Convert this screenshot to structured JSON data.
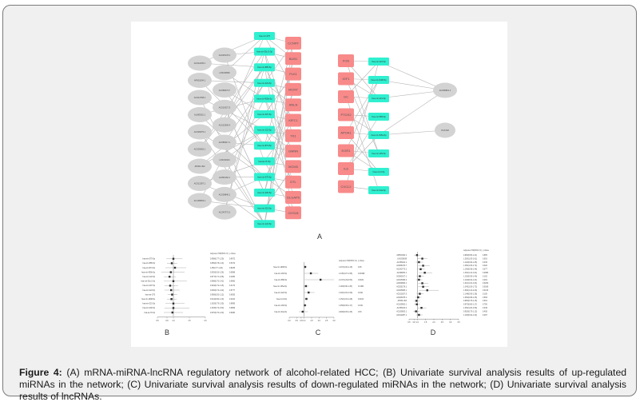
{
  "figure": {
    "caption_label": "Figure 4:",
    "caption_text": " (A) mRNA-miRNA-lncRNA regulatory network of alcohol-related HCC; (B) Univariate survival analysis results of up-regulated miRNAs in the network; (C) Univariate survival analysis results of down-regulated miRNAs in the network; (D) Univariate survival analysis results of lncRNAs.",
    "panel_labels": [
      "A",
      "B",
      "C",
      "D"
    ]
  },
  "colors": {
    "mrna": "#f88a8a",
    "mirna": "#2ff0d0",
    "lncrna": "#d3d3d3",
    "edge": "#b5b5b5"
  },
  "network": {
    "left": {
      "lncrnas": [
        "AC012435.1",
        "AP001094.1",
        "AC014768.1",
        "AL099252.1",
        "AC026075.1",
        "AC025065.1",
        "AP001.302",
        "AC012287.1",
        "AC109503.1",
        "AC025178.1",
        "LINC00839",
        "AC068473.7",
        "AC010327.5",
        "AC015395.4",
        "AC080017.1",
        "LINC01644",
        "AL353162.1",
        "AC009840.1",
        "AC243772.2"
      ],
      "mirnas": [
        "hsa-mir-375",
        "hsa-mir-30c-2-3p",
        "hsa-mir-885-5p",
        "hsa-mir-424-5p",
        "hsa-mir-450b-5p",
        "hsa-mir-497-5p",
        "hsa-mir-122-5p",
        "hsa-mir-874-5p",
        "hsa-let-7b-5p",
        "hsa-mir-675-5p",
        "hsa-mir-200-5p",
        "hsa-mir-215-5p",
        "hsa-mir-122-5p"
      ],
      "mrnas": [
        "CCNPF",
        "BUB1",
        "PLK1",
        "MCM7",
        "ANLN",
        "KIFC1",
        "TK1",
        "GMNN",
        "MCM3",
        "DTL",
        "DLGAP5",
        "CKS1B"
      ]
    },
    "right": {
      "mrnas": [
        "FOS",
        "IGF1",
        "GC",
        "PTGS2",
        "APOA1",
        "EGR1",
        "IL6",
        "CXCL2"
      ],
      "mirnas": [
        "hsa-mir-222-5p",
        "hsa-mir-1908-5p",
        "hsa-mir-221-5p",
        "hsa-mir-589-5p",
        "hsa-mir-335a-5p",
        "hsa-mir-183-5p",
        "hsa-mir-9-5p",
        "hsa-mir-34a-5p"
      ],
      "lncrnas": [
        "AC009961.1",
        "PCAT18"
      ]
    }
  },
  "chart_data": [
    {
      "type": "forest",
      "panel": "B",
      "header": [
        "Adjusted HR(95% CI)",
        "p Value"
      ],
      "rows": [
        {
          "label": "hsa-mir-375-5p",
          "hr": 1.0,
          "lo": 0.78,
          "hi": 1.28,
          "ci": "0.998(0.77-1.29)",
          "p": "0.9972"
        },
        {
          "label": "hsa-mir-885-5p",
          "hr": 0.95,
          "lo": 0.8,
          "hi": 1.12,
          "ci": "0.950(0.78-1.13)",
          "p": "0.5372"
        },
        {
          "label": "hsa-mir-874-5p",
          "hr": 1.05,
          "lo": 0.75,
          "hi": 1.4,
          "ci": "1.05(0.77-1.40)",
          "p": "0.8035"
        },
        {
          "label": "hsa-mir-450b-5p",
          "hr": 0.92,
          "lo": 0.62,
          "hi": 1.35,
          "ci": "0.925(0.63-1.35)",
          "p": "0.6988"
        },
        {
          "label": "hsa-mir-122-5p",
          "hr": 0.88,
          "lo": 0.7,
          "hi": 1.08,
          "ci": "0.877(0.71-1.08)",
          "p": "0.2280"
        },
        {
          "label": "hsa-mir-30c-2-3p",
          "hr": 1.0,
          "lo": 0.7,
          "hi": 1.42,
          "ci": "0.998(0.70-1.42)",
          "p": "0.9960"
        },
        {
          "label": "hsa-mir-497-5p",
          "hr": 0.9,
          "lo": 0.72,
          "hi": 1.15,
          "ci": "0.904(0.72-1.15)",
          "p": "0.4170"
        },
        {
          "label": "hsa-mir-424-5p",
          "hr": 0.93,
          "lo": 0.72,
          "hi": 1.2,
          "ci": "0.930(0.72-1.20)",
          "p": "0.5777"
        },
        {
          "label": "hsa-mir-375",
          "hr": 0.96,
          "lo": 0.82,
          "hi": 1.12,
          "ci": "0.958(0.82-1.12)",
          "p": "0.6055"
        },
        {
          "label": "hsa-mir-1908-5p",
          "hr": 0.94,
          "lo": 0.8,
          "hi": 1.1,
          "ci": "0.941(0.80-1.10)",
          "p": "0.4100"
        },
        {
          "label": "hsa-mir-221-5p",
          "hr": 1.0,
          "lo": 0.75,
          "hi": 1.35,
          "ci": "1.002(0.75-1.35)",
          "p": "0.9895"
        },
        {
          "label": "hsa-mir-200-5p",
          "hr": 1.0,
          "lo": 0.72,
          "hi": 1.5,
          "ci": "1.003(0.72-1.50)",
          "p": "0.9869"
        },
        {
          "label": "hsa-let-7b-5p",
          "hr": 0.97,
          "lo": 0.7,
          "hi": 1.3,
          "ci": "0.970(0.70-1.30)",
          "p": "0.8480"
        }
      ],
      "xticks": [
        "0.5",
        "0.8",
        "1.0",
        "1.5",
        "2.0"
      ],
      "xlim": [
        0.5,
        2.0
      ]
    },
    {
      "type": "forest",
      "panel": "C",
      "header": [
        "Adjusted HR(95% CI)",
        "p Value"
      ],
      "rows": [
        {
          "label": "hsa-mir-1908-5p",
          "hr": 1.07,
          "lo": 1.0,
          "hi": 1.15,
          "ci": "1.072(1.00-1.15)",
          "p": "0.05"
        },
        {
          "label": "hsa-mir-183-5p",
          "hr": 1.45,
          "lo": 1.0,
          "hi": 1.95,
          "ci": "1.445(1.07-1.95)",
          "p": "0.01699"
        },
        {
          "label": "hsa-mir-589-5p",
          "hr": 2.1,
          "lo": 1.05,
          "hi": 3.0,
          "ci": "2.137(1.29-3.53)",
          "p": "0.0031"
        },
        {
          "label": "hsa-mir-135a-5p",
          "hr": 1.12,
          "lo": 0.95,
          "hi": 1.3,
          "ci": "1.118(0.96-1.30)",
          "p": "0.1480"
        },
        {
          "label": "hsa-mir-222-5p",
          "hr": 1.3,
          "lo": 1.0,
          "hi": 1.7,
          "ci": "1.302(1.00-1.69)",
          "p": "0.049"
        },
        {
          "label": "hsa-mir-9-5p",
          "hr": 1.15,
          "lo": 1.03,
          "hi": 1.28,
          "ci": "1.152(1.03-1.28)",
          "p": "0.0104"
        },
        {
          "label": "hsa-mir-183-5p",
          "hr": 1.05,
          "lo": 0.95,
          "hi": 1.17,
          "ci": "1.050(0.95-1.17)",
          "p": "0.349"
        },
        {
          "label": "hsa-mir-34a-5p",
          "hr": 0.9,
          "lo": 0.65,
          "hi": 1.25,
          "ci": "0.900(0.65-1.25)",
          "p": "0.53"
        }
      ],
      "xticks": [
        "0.0",
        "0.5",
        "0.8",
        "1.0",
        "1.5",
        "2.0",
        "2.5",
        "3.0"
      ],
      "xlim": [
        0.0,
        3.0
      ]
    },
    {
      "type": "forest",
      "panel": "D",
      "header": [
        "Adjusted HR(95% CI)",
        "p Value"
      ],
      "rows": [
        {
          "label": "AP001094.1",
          "hr": 0.98,
          "lo": 0.8,
          "hi": 1.2,
          "ci": "0.982(0.80-1.21)",
          "p": "0.865"
        },
        {
          "label": "LINC00839",
          "hr": 1.3,
          "lo": 1.0,
          "hi": 1.6,
          "ci": "1.300(1.05-1.61)",
          "p": "0.016"
        },
        {
          "label": "AL353162.1",
          "hr": 1.1,
          "lo": 0.9,
          "hi": 1.35,
          "ci": "1.102(0.90-1.35)",
          "p": "0.345"
        },
        {
          "label": "AC068473.7",
          "hr": 1.35,
          "lo": 1.05,
          "hi": 1.75,
          "ci": "1.350(1.05-1.74)",
          "p": "0.020"
        },
        {
          "label": "AC243772.2",
          "hr": 1.2,
          "lo": 0.98,
          "hi": 1.45,
          "ci": "1.195(0.98-1.46)",
          "p": "0.077"
        },
        {
          "label": "AL099252.1",
          "hr": 1.45,
          "lo": 1.1,
          "hi": 1.9,
          "ci": "1.452(1.10-1.91)",
          "p": "0.0080"
        },
        {
          "label": "AC080017.1",
          "hr": 1.15,
          "lo": 0.95,
          "hi": 1.4,
          "ci": "1.150(0.95-1.40)",
          "p": "0.152"
        },
        {
          "label": "AC015395.4",
          "hr": 1.1,
          "lo": 0.92,
          "hi": 1.3,
          "ci": "1.102(0.92-1.31)",
          "p": "0.281"
        },
        {
          "label": "AC009840.1",
          "hr": 1.3,
          "lo": 1.05,
          "hi": 1.65,
          "ci": "1.310(1.04-1.64)",
          "p": "0.0206"
        },
        {
          "label": "AC025178.1",
          "hr": 1.35,
          "lo": 1.05,
          "hi": 1.7,
          "ci": "1.345(1.05-1.72)",
          "p": "0.0186"
        },
        {
          "label": "AC025065.1",
          "hr": 1.6,
          "lo": 1.1,
          "hi": 2.3,
          "ci": "1.600(1.10-2.30)",
          "p": "0.0130"
        },
        {
          "label": "AC010327.5",
          "hr": 1.15,
          "lo": 0.95,
          "hi": 1.38,
          "ci": "1.148(0.95-1.38)",
          "p": "0.150"
        },
        {
          "label": "AC026075.1",
          "hr": 1.05,
          "lo": 0.88,
          "hi": 1.25,
          "ci": "1.050(0.88-1.25)",
          "p": "0.583"
        },
        {
          "label": "AP001.302",
          "hr": 0.95,
          "lo": 0.78,
          "hi": 1.15,
          "ci": "0.950(0.78-1.15)",
          "p": "0.601"
        },
        {
          "label": "AC109503.1",
          "hr": 0.97,
          "lo": 0.8,
          "hi": 1.17,
          "ci": "0.970(0.80-1.17)",
          "p": "0.750"
        },
        {
          "label": "AL353162.2",
          "hr": 1.25,
          "lo": 1.0,
          "hi": 1.55,
          "ci": "1.250(1.00-1.56)",
          "p": "0.049"
        },
        {
          "label": "AC109503.1",
          "hr": 0.92,
          "lo": 0.75,
          "hi": 1.12,
          "ci": "0.920(0.75-1.12)",
          "p": "0.405"
        },
        {
          "label": "AC012287.1",
          "hr": 1.1,
          "lo": 0.92,
          "hi": 1.32,
          "ci": "1.100(0.92-1.32)",
          "p": "0.297"
        }
      ],
      "xticks": [
        "0.5",
        "0.8",
        "1.0",
        "1.5",
        "2.0",
        "2.5",
        "3.0",
        "3.5"
      ],
      "xlim": [
        0.5,
        3.5
      ]
    }
  ]
}
